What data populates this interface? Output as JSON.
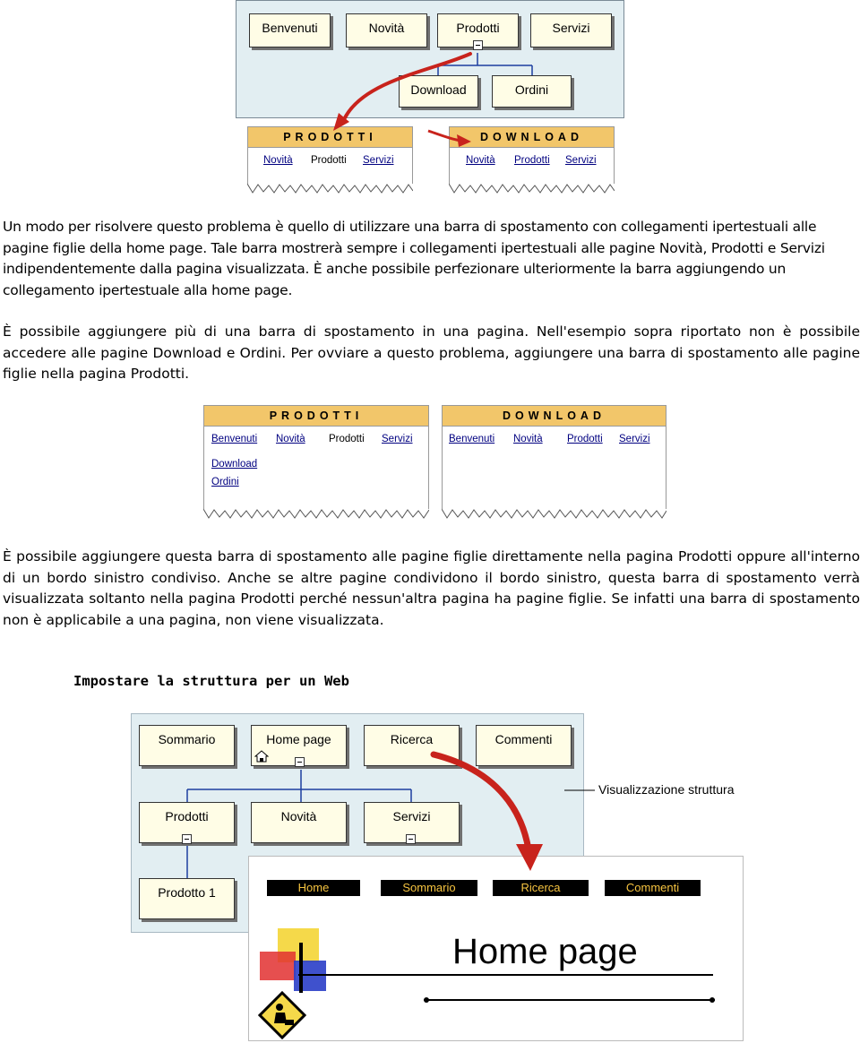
{
  "figure1": {
    "tiles": [
      "Benvenuti",
      "Novità",
      "Prodotti",
      "Servizi",
      "Download",
      "Ordini"
    ],
    "nav_left": {
      "title": "PRODOTTI",
      "links": [
        "Novità",
        "Prodotti",
        "Servizi"
      ]
    },
    "nav_right": {
      "title": "DOWNLOAD",
      "links": [
        "Novità",
        "Prodotti",
        "Servizi"
      ]
    }
  },
  "paragraphs": [
    "Un modo per risolvere questo problema è quello di utilizzare una barra di spostamento con collegamenti ipertestuali alle pagine figlie della home page. Tale barra mostrerà sempre i collegamenti ipertestuali alle pagine Novità, Prodotti e Servizi indipendentemente dalla pagina visualizzata. È anche possibile perfezionare ulteriormente la barra aggiungendo un collegamento ipertestuale alla home page.",
    "È possibile aggiungere più di una barra di spostamento in una pagina. Nell'esempio sopra riportato non è possibile accedere alle pagine Download e Ordini. Per ovviare a questo problema, aggiungere una barra di spostamento alle pagine figlie nella pagina Prodotti.",
    "È possibile aggiungere questa barra di spostamento alle pagine figlie direttamente nella pagina Prodotti oppure all'interno di un bordo sinistro condiviso. Anche se altre pagine condividono il bordo sinistro, questa barra di spostamento verrà visualizzata soltanto nella pagina Prodotti perché nessun'altra pagina ha pagine figlie. Se infatti una barra di spostamento non è applicabile a una pagina, non viene visualizzata."
  ],
  "figure2": {
    "nav_left": {
      "title": "PRODOTTI",
      "links": [
        "Benvenuti",
        "Novità",
        "Prodotti",
        "Servizi"
      ],
      "child_links": [
        "Download",
        "Ordini"
      ]
    },
    "nav_right": {
      "title": "DOWNLOAD",
      "links": [
        "Benvenuti",
        "Novità",
        "Prodotti",
        "Servizi"
      ]
    }
  },
  "heading": "Impostare la struttura per un Web",
  "figure3": {
    "tiles": [
      "Sommario",
      "Home page",
      "Ricerca",
      "Commenti",
      "Prodotti",
      "Novità",
      "Servizi",
      "Prodotto 1"
    ],
    "callout": "Visualizzazione struttura",
    "home_panel": {
      "buttons": [
        "Home",
        "Sommario",
        "Ricerca",
        "Commenti"
      ],
      "title": "Home page"
    }
  },
  "colors": {
    "tile_fill": "#fffde6",
    "panel_bg": "#e2eef2",
    "nav_header": "#f2c66a",
    "link": "#000080",
    "arrow": "#c8231c",
    "connector": "#1c3fa0"
  }
}
